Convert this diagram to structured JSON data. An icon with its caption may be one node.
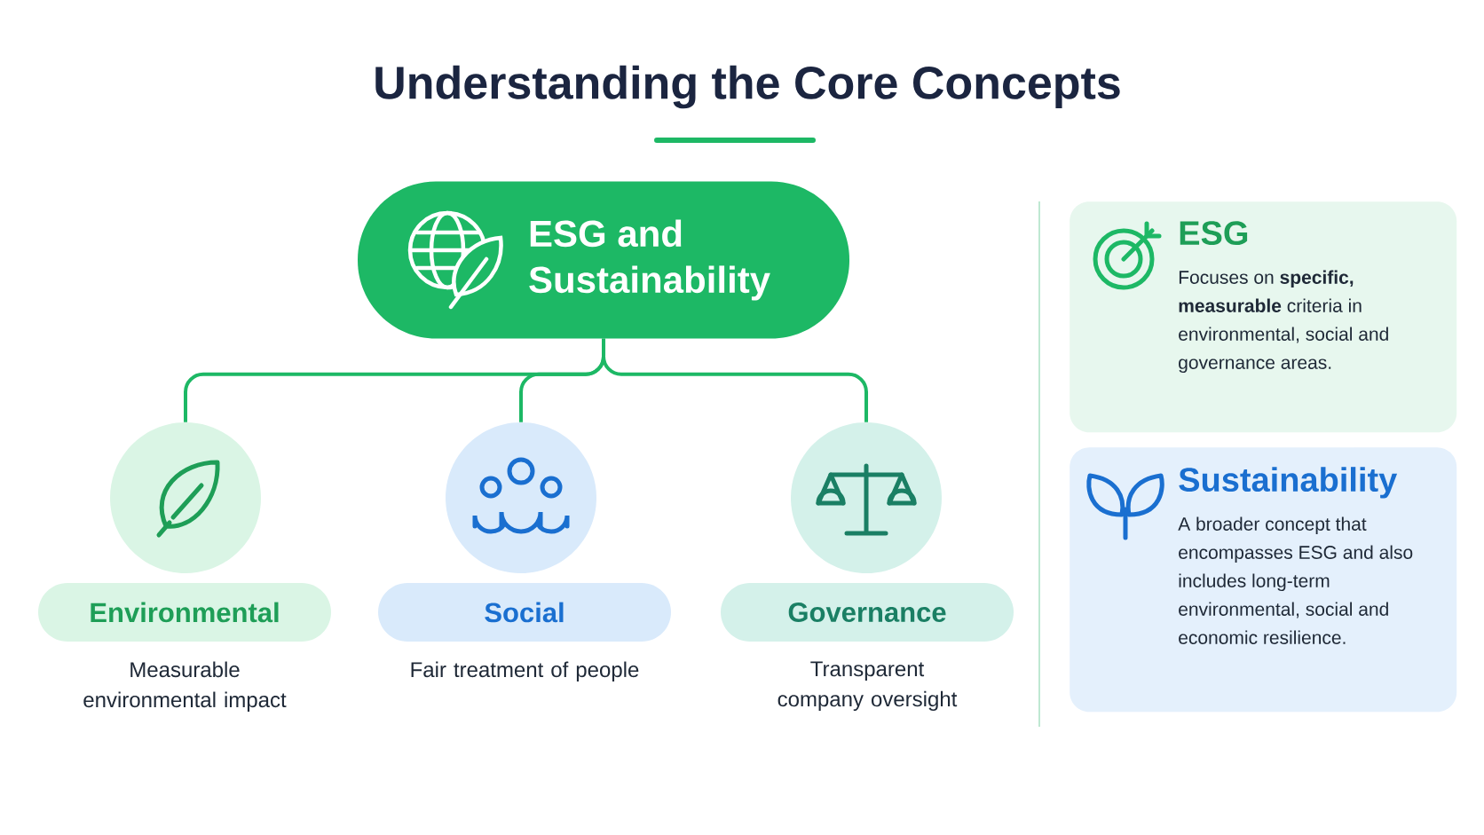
{
  "diagram": {
    "title": "Understanding the Core Concepts",
    "nodes": [
      {
        "text": [
          "ESG and Sustainability"
        ]
      },
      {
        "text": [],
        "shape": "circle"
      },
      {
        "text": [],
        "shape": "circle"
      },
      {
        "text": [],
        "shape": "circle"
      },
      {
        "text": [
          "Environmental"
        ],
        "beside": [
          "Measurable environmental impact"
        ]
      },
      {
        "text": [
          "Social"
        ],
        "beside": [
          "Fair treatment of people"
        ]
      },
      {
        "text": [
          "Governance"
        ],
        "beside": [
          "Transparent company oversight"
        ]
      },
      {
        "text": [
          "ESG",
          "Focuses on **specific, measurable** criteria in environmental, social and governance areas."
        ]
      },
      {
        "text": [
          "Sustainability",
          "A broader concept that encompasses ESG and also includes long-term environmental, social and economic resilience."
        ]
      }
    ],
    "edges": [
      {
        "from": 0,
        "to": 1,
        "arrow": "none"
      },
      {
        "from": 0,
        "to": 2,
        "arrow": "none"
      },
      {
        "from": 0,
        "to": 3,
        "arrow": "none"
      }
    ]
  }
}
